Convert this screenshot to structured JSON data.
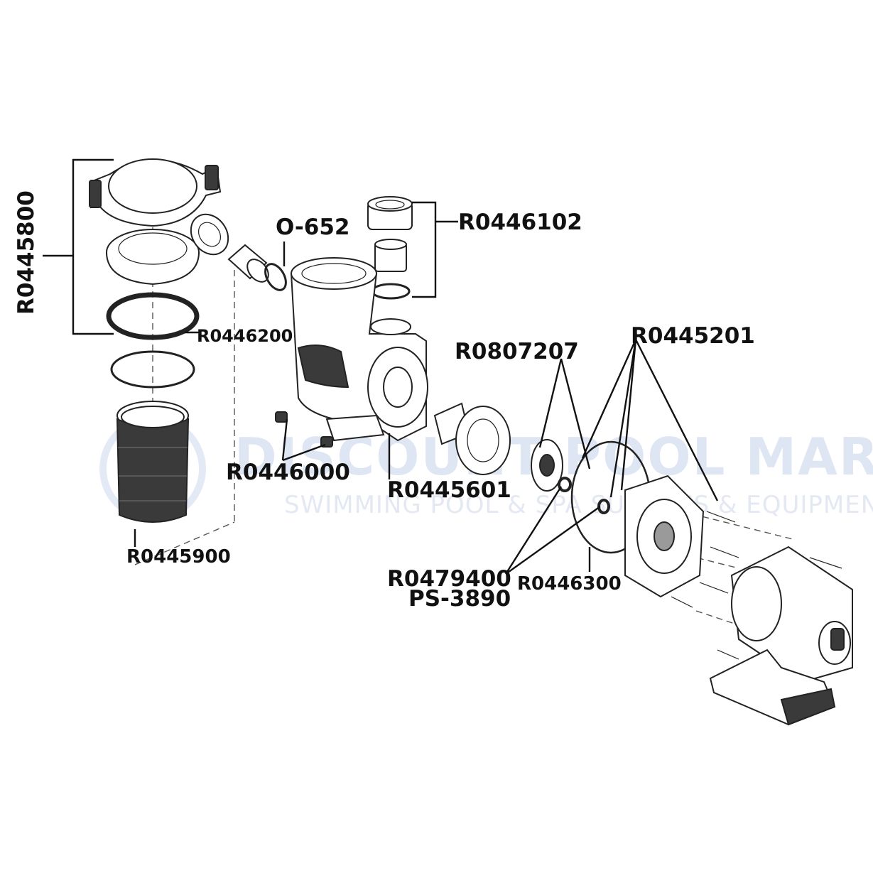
{
  "watermark": {
    "brand": "DISCOUNT POOL MART",
    "tagline": "SWIMMING POOL & SPA SUPPLIES & EQUIPMENT"
  },
  "labels": {
    "lid_assembly": "R0445800",
    "lid_oring": "R0446200",
    "basket": "R0445900",
    "oring_652": "O-652",
    "union_kit": "R0446102",
    "drain_plug": "R0446000",
    "diffuser": "R0445601",
    "impeller": "R0807207",
    "seal_plate_kit": "R0445201",
    "shaft_seal": "R0479400",
    "shaft_seal_alt": "PS-3890",
    "gasket": "R0446300"
  },
  "colors": {
    "line": "#111111",
    "part_dark": "#3a3a3a",
    "watermark": "#dfe6f3"
  }
}
